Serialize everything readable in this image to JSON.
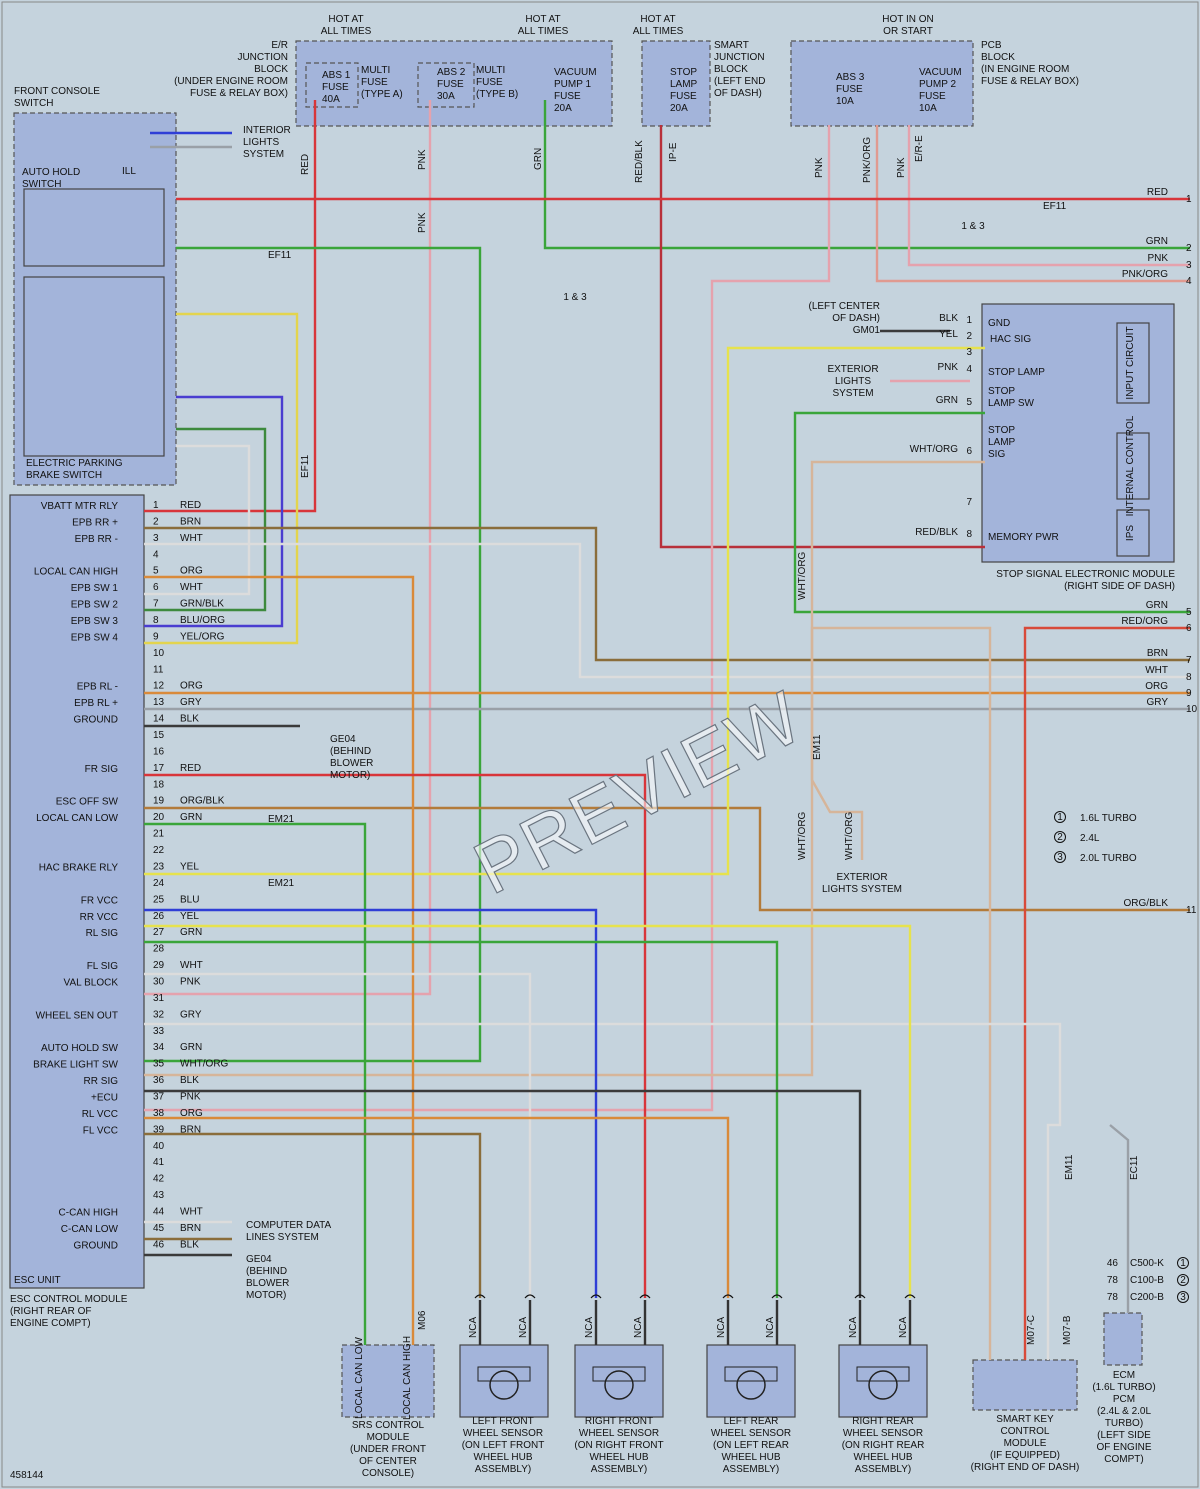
{
  "image_id": "458144",
  "watermark": "PREVIEW",
  "colors": {
    "RED": "#d8353a",
    "GRN": "#3aa53a",
    "PNK": "#e5a2ad",
    "BLU": "#2f3ed6",
    "GRY": "#9aa0a7",
    "WHT": "#dcdcdc",
    "YEL": "#e6e24d",
    "ORG": "#d98a3a",
    "BRN": "#8a6d3b",
    "BLK": "#3a3a3a",
    "WHT/ORG": "#d6b59a",
    "GRN/BLK": "#3d8a3d",
    "BLU/ORG": "#4a3dd0",
    "YEL/ORG": "#e3d44e",
    "ORG/BLK": "#b37b3a",
    "RED/BLK": "#b8303a",
    "RED/ORG": "#d84a3a",
    "PNK/ORG": "#e09a90",
    "bg": "#c5d3dd",
    "box": "#a3b4da"
  },
  "power": {
    "hot1": "HOT AT ALL TIMES",
    "hot2": "HOT AT ALL TIMES",
    "hot3": "HOT AT ALL TIMES",
    "hot4": "HOT IN ON OR START"
  },
  "junction": {
    "title": [
      "E/R",
      "JUNCTION",
      "BLOCK",
      "(UNDER ENGINE ROOM",
      "FUSE & RELAY BOX)"
    ],
    "fuse1": [
      "ABS 1",
      "FUSE",
      "40A"
    ],
    "fuse1_type": [
      "MULTI",
      "FUSE",
      "(TYPE A)"
    ],
    "fuse2": [
      "ABS 2",
      "FUSE",
      "30A"
    ],
    "fuse2_type": [
      "MULTI",
      "FUSE",
      "(TYPE B)"
    ],
    "fuse3": [
      "VACUUM",
      "PUMP 1",
      "FUSE",
      "20A"
    ]
  },
  "smart_junction": {
    "fuse": [
      "STOP",
      "LAMP",
      "FUSE",
      "20A"
    ],
    "title": [
      "SMART",
      "JUNCTION",
      "BLOCK",
      "(LEFT END",
      "OF DASH)"
    ]
  },
  "pcb": {
    "fuse1": [
      "ABS 3",
      "FUSE",
      "10A"
    ],
    "fuse2": [
      "VACUUM",
      "PUMP 2",
      "FUSE",
      "10A"
    ],
    "title": [
      "PCB",
      "BLOCK",
      "(IN ENGINE ROOM",
      "FUSE & RELAY BOX)"
    ]
  },
  "front_console": {
    "title": [
      "FRONT CONSOLE",
      "SWITCH"
    ],
    "auto_hold": [
      "AUTO HOLD",
      "SWITCH"
    ],
    "epb": [
      "ELECTRIC PARKING",
      "BRAKE SWITCH"
    ],
    "ill": "ILL",
    "interior": [
      "INTERIOR",
      "LIGHTS",
      "SYSTEM"
    ]
  },
  "esc": {
    "unit": "ESC UNIT",
    "title": [
      "ESC CONTROL MODULE",
      "(RIGHT REAR OF",
      "ENGINE COMPT)"
    ],
    "pins": [
      {
        "n": "1",
        "name": "VBATT MTR RLY",
        "w": "RED"
      },
      {
        "n": "2",
        "name": "EPB RR +",
        "w": "BRN"
      },
      {
        "n": "3",
        "name": "EPB RR -",
        "w": "WHT"
      },
      {
        "n": "4",
        "name": "",
        "w": ""
      },
      {
        "n": "5",
        "name": "LOCAL CAN HIGH",
        "w": "ORG"
      },
      {
        "n": "6",
        "name": "EPB SW 1",
        "w": "WHT"
      },
      {
        "n": "7",
        "name": "EPB SW 2",
        "w": "GRN/BLK"
      },
      {
        "n": "8",
        "name": "EPB SW 3",
        "w": "BLU/ORG"
      },
      {
        "n": "9",
        "name": "EPB SW 4",
        "w": "YEL/ORG"
      },
      {
        "n": "10",
        "name": "",
        "w": ""
      },
      {
        "n": "11",
        "name": "",
        "w": ""
      },
      {
        "n": "12",
        "name": "EPB RL -",
        "w": "ORG"
      },
      {
        "n": "13",
        "name": "EPB RL +",
        "w": "GRY"
      },
      {
        "n": "14",
        "name": "GROUND",
        "w": "BLK"
      },
      {
        "n": "15",
        "name": "",
        "w": ""
      },
      {
        "n": "16",
        "name": "",
        "w": ""
      },
      {
        "n": "17",
        "name": "FR SIG",
        "w": "RED"
      },
      {
        "n": "18",
        "name": "",
        "w": ""
      },
      {
        "n": "19",
        "name": "ESC OFF SW",
        "w": "ORG/BLK"
      },
      {
        "n": "20",
        "name": "LOCAL CAN LOW",
        "w": "GRN"
      },
      {
        "n": "21",
        "name": "",
        "w": ""
      },
      {
        "n": "22",
        "name": "",
        "w": ""
      },
      {
        "n": "23",
        "name": "HAC BRAKE RLY",
        "w": "YEL"
      },
      {
        "n": "24",
        "name": "",
        "w": ""
      },
      {
        "n": "25",
        "name": "FR VCC",
        "w": "BLU"
      },
      {
        "n": "26",
        "name": "RR VCC",
        "w": "YEL"
      },
      {
        "n": "27",
        "name": "RL SIG",
        "w": "GRN"
      },
      {
        "n": "28",
        "name": "",
        "w": ""
      },
      {
        "n": "29",
        "name": "FL SIG",
        "w": "WHT"
      },
      {
        "n": "30",
        "name": "VAL BLOCK",
        "w": "PNK"
      },
      {
        "n": "31",
        "name": "",
        "w": ""
      },
      {
        "n": "32",
        "name": "WHEEL SEN OUT",
        "w": "GRY"
      },
      {
        "n": "33",
        "name": "",
        "w": ""
      },
      {
        "n": "34",
        "name": "AUTO HOLD SW",
        "w": "GRN"
      },
      {
        "n": "35",
        "name": "BRAKE LIGHT SW",
        "w": "WHT/ORG"
      },
      {
        "n": "36",
        "name": "RR SIG",
        "w": "BLK"
      },
      {
        "n": "37",
        "name": "+ECU",
        "w": "PNK"
      },
      {
        "n": "38",
        "name": "RL VCC",
        "w": "ORG"
      },
      {
        "n": "39",
        "name": "FL VCC",
        "w": "BRN"
      },
      {
        "n": "40",
        "name": "",
        "w": ""
      },
      {
        "n": "41",
        "name": "",
        "w": ""
      },
      {
        "n": "42",
        "name": "",
        "w": ""
      },
      {
        "n": "43",
        "name": "",
        "w": ""
      },
      {
        "n": "44",
        "name": "C-CAN HIGH",
        "w": "WHT"
      },
      {
        "n": "45",
        "name": "C-CAN LOW",
        "w": "BRN"
      },
      {
        "n": "46",
        "name": "GROUND",
        "w": "BLK"
      }
    ]
  },
  "ground_ge04": [
    "GE04",
    "(BEHIND",
    "BLOWER",
    "MOTOR)"
  ],
  "computer_data": [
    "COMPUTER DATA",
    "LINES SYSTEM"
  ],
  "stop_signal": {
    "title": [
      "STOP SIGNAL ELECTRONIC MODULE",
      "(RIGHT SIDE OF DASH)"
    ],
    "pins": [
      {
        "n": "1",
        "name": "GND",
        "w": "BLK"
      },
      {
        "n": "2",
        "name": "HAC SIG",
        "w": "YEL"
      },
      {
        "n": "3",
        "name": "",
        "w": ""
      },
      {
        "n": "4",
        "name": "STOP LAMP",
        "w": "PNK"
      },
      {
        "n": "5",
        "name": "STOP LAMP SW",
        "w": "GRN"
      },
      {
        "n": "6",
        "name": "STOP LAMP SIG",
        "w": "WHT/ORG"
      },
      {
        "n": "7",
        "name": "",
        "w": ""
      },
      {
        "n": "8",
        "name": "MEMORY PWR",
        "w": "RED/BLK"
      }
    ],
    "input": "INPUT CIRCUIT",
    "internal": "INTERNAL CONTROL",
    "ips": "IPS",
    "gm01": [
      "(LEFT CENTER",
      "OF DASH)",
      "GM01"
    ]
  },
  "exterior": [
    "EXTERIOR",
    "LIGHTS",
    "SYSTEM"
  ],
  "exterior2": [
    "EXTERIOR",
    "LIGHTS SYSTEM"
  ],
  "engine_notes": [
    {
      "n": "1",
      "t": "1.6L TURBO"
    },
    {
      "n": "2",
      "t": "2.4L"
    },
    {
      "n": "3",
      "t": "2.0L TURBO"
    }
  ],
  "right_edge": [
    {
      "n": "1",
      "w": "RED"
    },
    {
      "n": "2",
      "w": "GRN"
    },
    {
      "n": "3",
      "w": "PNK"
    },
    {
      "n": "4",
      "w": "PNK/ORG"
    },
    {
      "n": "5",
      "w": "GRN"
    },
    {
      "n": "6",
      "w": "RED/ORG"
    },
    {
      "n": "7",
      "w": "BRN"
    },
    {
      "n": "8",
      "w": "WHT"
    },
    {
      "n": "9",
      "w": "ORG"
    },
    {
      "n": "10",
      "w": "GRY"
    },
    {
      "n": "11",
      "w": "ORG/BLK"
    }
  ],
  "connectors": {
    "ef11": "EF11",
    "em21": "EM21",
    "em11": "EM11",
    "ec11": "EC11",
    "m06": "M06",
    "m07c": "M07-C",
    "m07b": "M07-B"
  },
  "bottom_modules": {
    "srs": [
      "SRS CONTROL",
      "MODULE",
      "(UNDER FRONT",
      "OF CENTER",
      "CONSOLE)"
    ],
    "srs_pins": [
      "LOCAL CAN LOW",
      "LOCAL CAN HIGH"
    ],
    "lf": [
      "LEFT FRONT",
      "WHEEL SENSOR",
      "(ON LEFT FRONT",
      "WHEEL HUB",
      "ASSEMBLY)"
    ],
    "rf": [
      "RIGHT FRONT",
      "WHEEL SENSOR",
      "(ON RIGHT FRONT",
      "WHEEL HUB",
      "ASSEMBLY)"
    ],
    "lr": [
      "LEFT REAR",
      "WHEEL SENSOR",
      "(ON LEFT REAR",
      "WHEEL HUB",
      "ASSEMBLY)"
    ],
    "rr": [
      "RIGHT REAR",
      "WHEEL SENSOR",
      "(ON RIGHT REAR",
      "WHEEL HUB",
      "ASSEMBLY)"
    ],
    "smart_key": [
      "SMART KEY",
      "CONTROL",
      "MODULE",
      "(IF EQUIPPED)",
      "(RIGHT END OF DASH)"
    ],
    "ecm": [
      "ECM",
      "(1.6L TURBO)",
      "PCM",
      "(2.4L & 2.0L",
      "TURBO)",
      "(LEFT SIDE",
      "OF ENGINE",
      "COMPT)"
    ],
    "ecm_pins": [
      {
        "n": "46",
        "c": "C500-K",
        "e": "1"
      },
      {
        "n": "78",
        "c": "C100-B",
        "e": "2"
      },
      {
        "n": "78",
        "c": "C200-B",
        "e": "3"
      }
    ],
    "nca": "NCA"
  }
}
